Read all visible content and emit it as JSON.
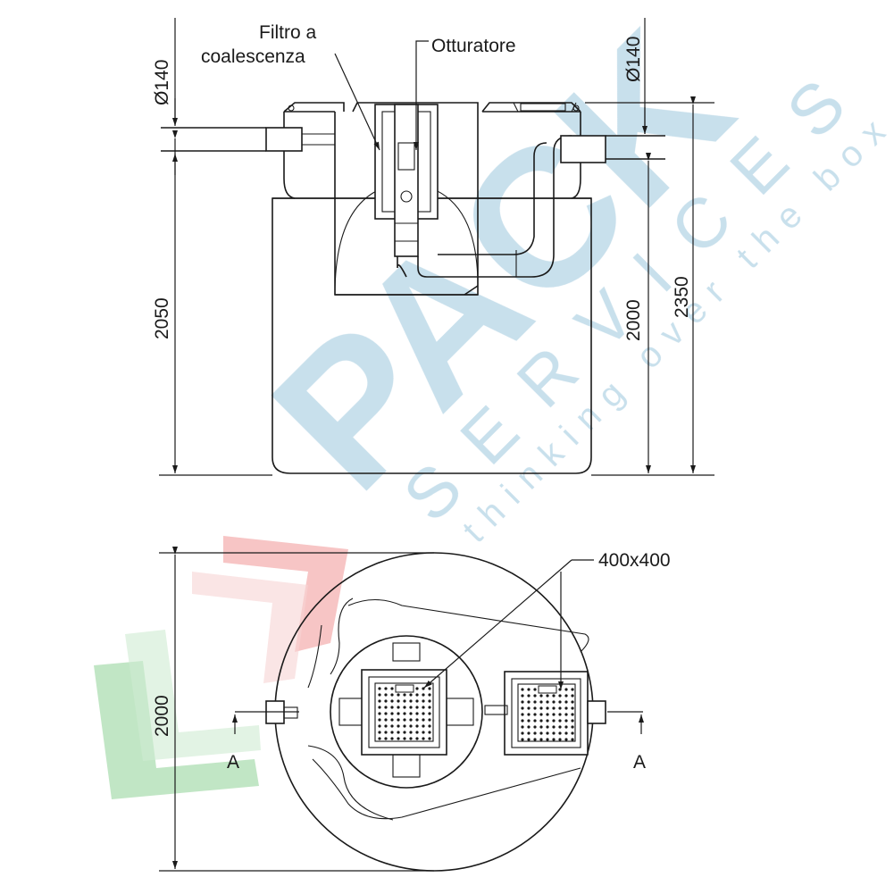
{
  "labels": {
    "coalescing_filter_line1": "Filtro a",
    "coalescing_filter_line2": "coalescenza",
    "shutter": "Otturatore",
    "inlet_diameter": "Ø140",
    "outlet_diameter": "Ø140",
    "manhole_size": "400x400",
    "section_left": "A",
    "section_right": "A"
  },
  "dimensions": {
    "inlet_height": "2050",
    "outlet_height": "2000",
    "total_height": "2350",
    "plan_diameter": "2000"
  },
  "watermark": {
    "brand": "PACK",
    "tagline": "SERVICES",
    "slogan": "thinking over the box",
    "blue": "#9cc6dc",
    "red": "#e96a6a",
    "green": "#5fbf6a"
  }
}
